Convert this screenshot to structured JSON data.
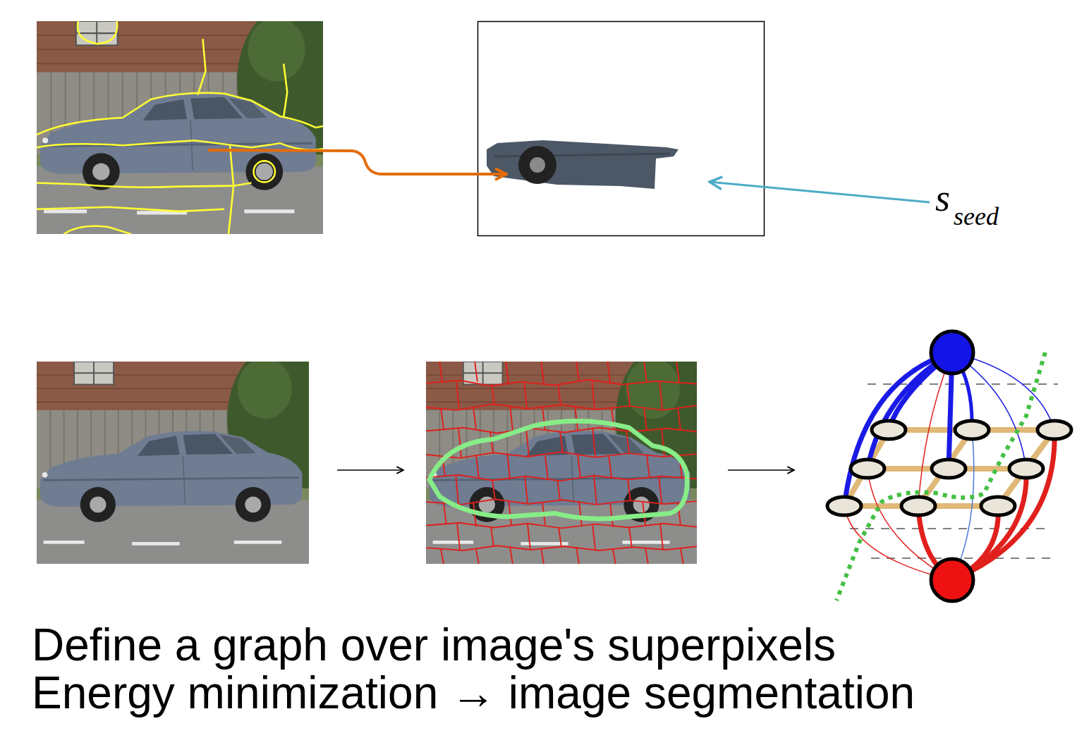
{
  "diagram": {
    "labels": [
      "s",
      "seed",
      "Define a graph over image's superpixels",
      "Energy minimization → image segmentation"
    ]
  }
}
